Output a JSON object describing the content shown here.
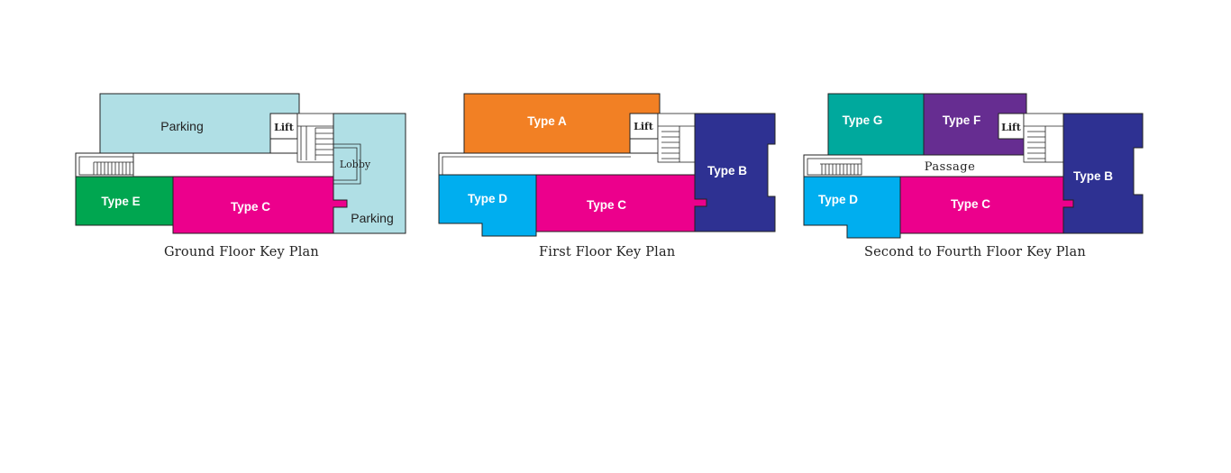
{
  "colors": {
    "type_a": "#f28024",
    "type_b": "#2e3192",
    "type_c": "#ec008c",
    "type_d": "#00aeef",
    "type_e": "#00a650",
    "type_f": "#662d91",
    "type_g": "#00a99d",
    "parking": "#b0dfe5",
    "outline": "#222222"
  },
  "plans": [
    {
      "caption": "Ground Floor Key Plan",
      "labels": {
        "parking_top": "Parking",
        "lift": "Lift",
        "lobby": "Lobby",
        "parking_right": "Parking",
        "type_e": "Type E",
        "type_c": "Type C"
      }
    },
    {
      "caption": "First Floor Key Plan",
      "labels": {
        "type_a": "Type A",
        "lift": "Lift",
        "type_b": "Type B",
        "type_d": "Type D",
        "type_c": "Type C"
      }
    },
    {
      "caption": "Second to Fourth Floor Key Plan",
      "labels": {
        "type_g": "Type G",
        "type_f": "Type F",
        "lift": "Lift",
        "passage": "Passage",
        "type_b": "Type B",
        "type_d": "Type D",
        "type_c": "Type C"
      }
    }
  ]
}
